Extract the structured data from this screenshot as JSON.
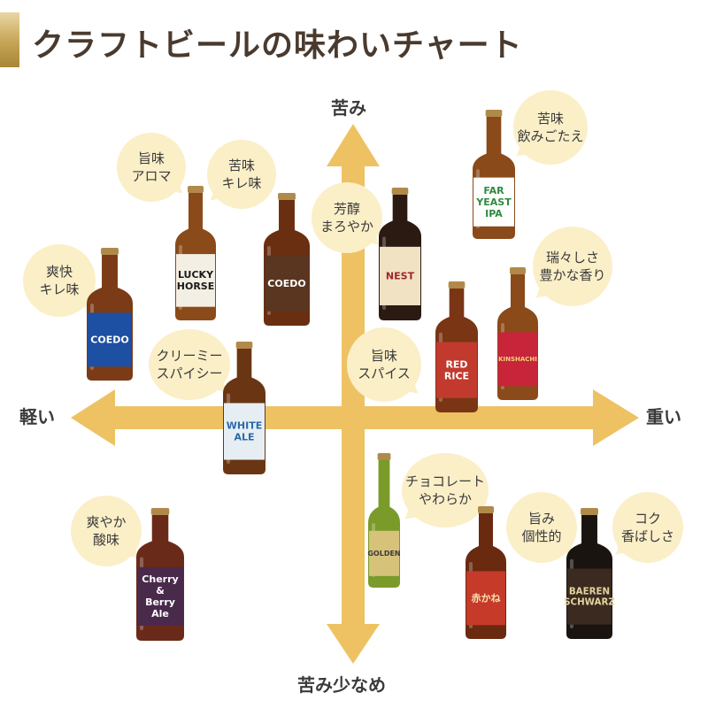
{
  "title": "クラフトビールの味わいチャート",
  "axes": {
    "top": "苦み",
    "bottom": "苦み少なめ",
    "left": "軽い",
    "right": "重い"
  },
  "bubbles": [
    {
      "id": "umami-aroma",
      "text": "旨味\nアロマ"
    },
    {
      "id": "nigami-kire",
      "text": "苦味\nキレ味"
    },
    {
      "id": "houjun",
      "text": "芳醇\nまろやか"
    },
    {
      "id": "nigami-nomi",
      "text": "苦味\n飲みごたえ"
    },
    {
      "id": "soukai",
      "text": "爽快\nキレ味"
    },
    {
      "id": "zuizui",
      "text": "瑞々しさ\n豊かな香り"
    },
    {
      "id": "creamy",
      "text": "クリーミー\nスパイシー"
    },
    {
      "id": "umami-spice",
      "text": "旨味\nスパイス"
    },
    {
      "id": "choco",
      "text": "チョコレート\nやわらか"
    },
    {
      "id": "sawayaka",
      "text": "爽やか\n酸味"
    },
    {
      "id": "umami-kosei",
      "text": "旨み\n個性的"
    },
    {
      "id": "koku",
      "text": "コク\n香ばしさ"
    }
  ],
  "bottles": [
    {
      "id": "coedo-blue",
      "label": "COEDO",
      "glass": "#7a3b16",
      "label_color": "#1d4fa3",
      "label_text_color": "#ffffff"
    },
    {
      "id": "lucky-horse",
      "label": "LUCKY HORSE",
      "glass": "#8a4a1a",
      "label_color": "#f4efe4",
      "label_text_color": "#1a1a1a"
    },
    {
      "id": "coedo-brown",
      "label": "COEDO",
      "glass": "#6a2e10",
      "label_color": "#5a3520",
      "label_text_color": "#ffffff"
    },
    {
      "id": "far-yeast",
      "label": "FAR YEAST IPA",
      "glass": "#8a4a1a",
      "label_color": "#ffffff",
      "label_text_color": "#2f8a3e"
    },
    {
      "id": "nest-dark",
      "label": "NEST",
      "glass": "#2a1a12",
      "label_color": "#f0e2c2",
      "label_text_color": "#a0262a"
    },
    {
      "id": "red-rice",
      "label": "RED RICE",
      "glass": "#7a3514",
      "label_color": "#c23a2e",
      "label_text_color": "#ffffff"
    },
    {
      "id": "kinshachi",
      "label": "KINSHACHI",
      "glass": "#8a4a1a",
      "label_color": "#c8243a",
      "label_text_color": "#f3d27a"
    },
    {
      "id": "white-ale",
      "label": "WHITE ALE",
      "glass": "#6a3512",
      "label_color": "#e6eef4",
      "label_text_color": "#2a6aa8"
    },
    {
      "id": "golden",
      "label": "GOLDEN",
      "glass": "#7a9a2a",
      "label_color": "#d7c27a",
      "label_text_color": "#3a3a3a"
    },
    {
      "id": "cherry-berry",
      "label": "Cherry & Berry Ale",
      "glass": "#6a2a1a",
      "label_color": "#4a2a4a",
      "label_text_color": "#ffffff"
    },
    {
      "id": "akagane",
      "label": "赤かね",
      "glass": "#6a2a10",
      "label_color": "#c63a2a",
      "label_text_color": "#f5e3b0"
    },
    {
      "id": "baeren",
      "label": "BAEREN SCHWARZ",
      "glass": "#1a1410",
      "label_color": "#3a2a20",
      "label_text_color": "#e6d3a0"
    }
  ]
}
